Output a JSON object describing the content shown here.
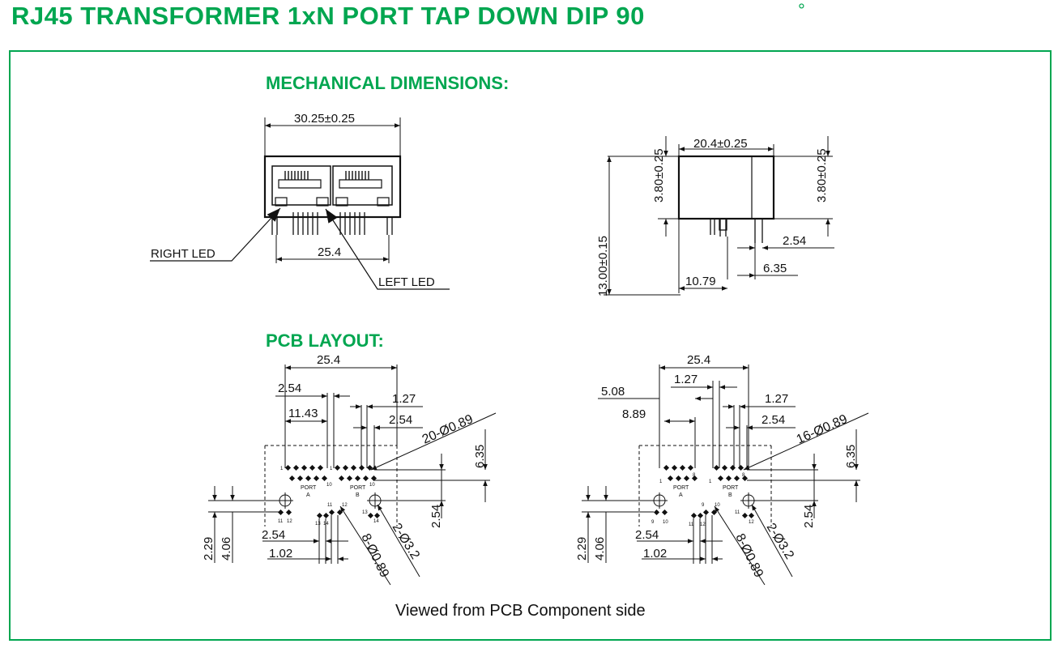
{
  "title": "RJ45 TRANSFORMER 1xN PORT TAP DOWN DIP 90",
  "degree_symbol": "°",
  "sections": {
    "mechanical": "MECHANICAL DIMENSIONS:",
    "pcb": "PCB LAYOUT:"
  },
  "front_view": {
    "width_dim": "30.25±0.25",
    "led_pitch": "25.4",
    "right_led": "RIGHT  LED",
    "left_led": "LEFT  LED"
  },
  "side_view": {
    "depth": "20.4±0.25",
    "left_height": "3.80±0.25",
    "right_height": "3.80±0.25",
    "total_height": "13.00±0.15",
    "pin_pitch": "2.54",
    "pin_offset": "6.35",
    "front_offset": "10.79"
  },
  "pcb_left": {
    "overall": "25.4",
    "d1": "2.54",
    "d2": "11.43",
    "d3": "1.27",
    "d4": "2.54",
    "holes": "20-Ø0.89",
    "v1": "6.35",
    "v2": "2.54",
    "h1": "2.29",
    "h2": "4.06",
    "b1": "2.54",
    "b2": "1.02",
    "led_holes": "8-Ø0.89",
    "mount_holes": "2-Ø3.2",
    "port_a": "PORT",
    "port_a_letter": "A",
    "port_b": "PORT",
    "port_b_letter": "B",
    "pins": [
      "1",
      "10",
      "1",
      "10",
      "11",
      "12",
      "13",
      "14",
      "11",
      "12",
      "13",
      "14"
    ]
  },
  "pcb_right": {
    "overall": "25.4",
    "d1": "5.08",
    "d2": "1.27",
    "d3": "8.89",
    "d4": "1.27",
    "d5": "2.54",
    "holes": "16-Ø0.89",
    "v1": "6.35",
    "v2": "2.54",
    "h1": "2.29",
    "h2": "4.06",
    "b1": "2.54",
    "b2": "1.02",
    "led_holes": "8-Ø0.89",
    "mount_holes": "2-Ø3.2",
    "port_a": "PORT",
    "port_a_letter": "A",
    "port_b": "PORT",
    "port_b_letter": "B",
    "pins": [
      "1",
      "8",
      "1",
      "8",
      "9",
      "10",
      "11",
      "12",
      "9",
      "10",
      "11",
      "12"
    ]
  },
  "footer": "Viewed from PCB Component side",
  "colors": {
    "accent": "#00a650",
    "line": "#111111"
  }
}
